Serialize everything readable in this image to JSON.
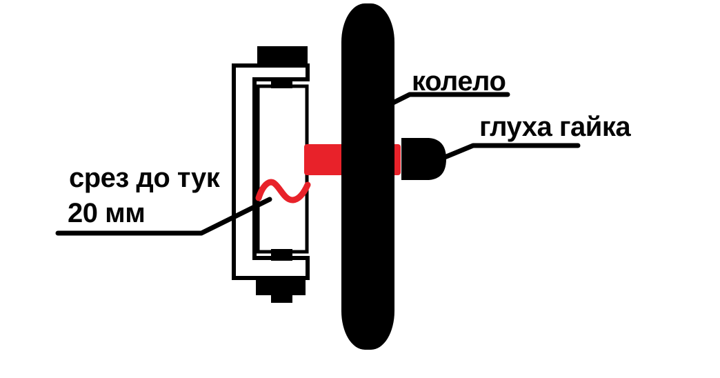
{
  "diagram": {
    "kind": "technical-sketch",
    "language": "bg",
    "labels": {
      "wheel": "колело",
      "cap_nut": "глуха гайка",
      "cut_note_line1": "срез до тук",
      "cut_note_line2": "20 мм"
    },
    "parts": [
      "fork-bracket",
      "inner-tube",
      "axle",
      "wheel",
      "cap-nut",
      "cut-mark"
    ],
    "colors": {
      "background": "#ffffff",
      "ink": "#000000",
      "red": "#e8222a"
    }
  }
}
